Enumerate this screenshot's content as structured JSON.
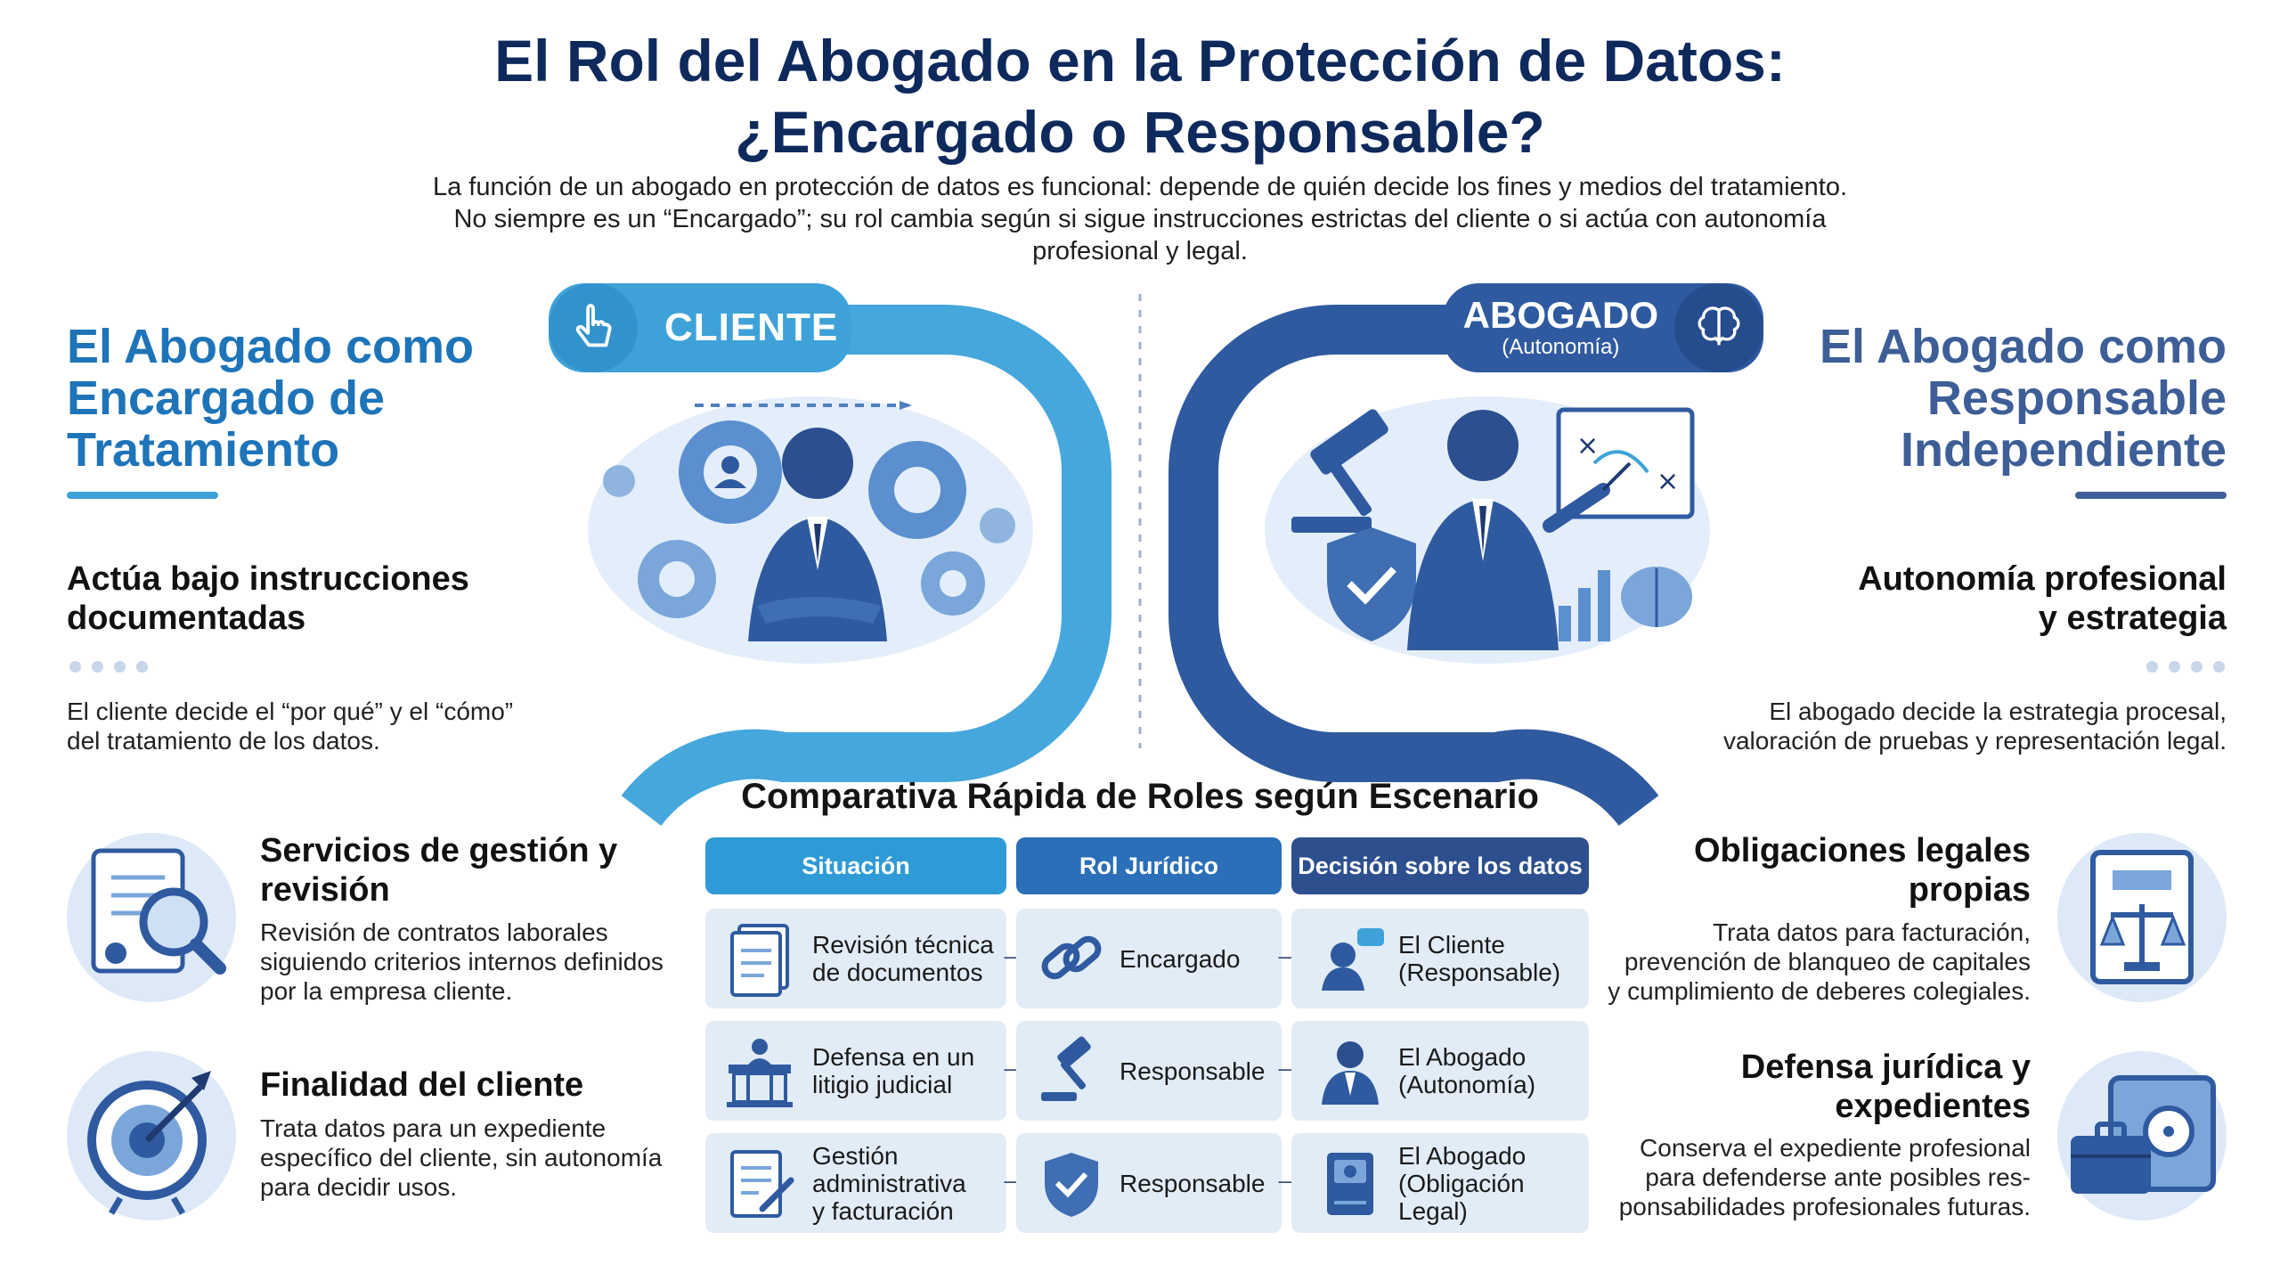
{
  "header": {
    "title_line1": "El Rol del Abogado en la Protección de Datos:",
    "title_line2": "¿Encargado o Responsable?",
    "subtitle_line1": "La función de un abogado en protección de datos es funcional: depende de quién decide los fines y medios del tratamiento.",
    "subtitle_line2": "No siempre es un “Encargado”; su rol cambia según si sigue instrucciones estrictas del cliente o si actúa con autonomía",
    "subtitle_line3": "profesional y legal."
  },
  "left": {
    "heading_line1": "El Abogado como",
    "heading_line2": "Encargado de",
    "heading_line3": "Tratamiento",
    "section1_title_line1": "Actúa bajo instrucciones",
    "section1_title_line2": "documentadas",
    "section1_text_line1": "El cliente decide el “por qué” y el “cómo”",
    "section1_text_line2": "del tratamiento de los datos.",
    "section2_title_line1": "Servicios de gestión y",
    "section2_title_line2": "revisión",
    "section2_text_line1": "Revisión de contratos laborales",
    "section2_text_line2": "siguiendo criterios internos definidos",
    "section2_text_line3": "por la empresa cliente.",
    "section3_title": "Finalidad del cliente",
    "section3_text_line1": "Trata datos para un expediente",
    "section3_text_line2": "específico del cliente, sin autonomía",
    "section3_text_line3": "para decidir usos."
  },
  "right": {
    "heading_line1": "El Abogado como",
    "heading_line2": "Responsable",
    "heading_line3": "Independiente",
    "section1_title_line1": "Autonomía profesional",
    "section1_title_line2": "y estrategia",
    "section1_text_line1": "El abogado decide la estrategia procesal,",
    "section1_text_line2": "valoración de pruebas y representación legal.",
    "section2_title_line1": "Obligaciones legales",
    "section2_title_line2": "propias",
    "section2_text_line1": "Trata datos para facturación,",
    "section2_text_line2": "prevención de blanqueo de capitales",
    "section2_text_line3": "y cumplimiento de deberes colegiales.",
    "section3_title_line1": "Defensa jurídica y",
    "section3_title_line2": "expedientes",
    "section3_text_line1": "Conserva el expediente profesional",
    "section3_text_line2": "para defenderse ante posibles res-",
    "section3_text_line3": "ponsabilidades profesionales futuras."
  },
  "center": {
    "cliente_label": "CLIENTE",
    "abogado_label": "ABOGADO",
    "abogado_sub": "(Autonomía)"
  },
  "table": {
    "title": "Comparativa Rápida de Roles según Escenario",
    "headers": [
      "Situación",
      "Rol Jurídico",
      "Decisión sobre los datos"
    ],
    "rows": [
      {
        "situacion_l1": "Revisión técnica",
        "situacion_l2": "de documentos",
        "situacion_l3": "",
        "rol": "Encargado",
        "decision_l1": "El Cliente",
        "decision_l2": "(Responsable)"
      },
      {
        "situacion_l1": "Defensa en un",
        "situacion_l2": "litigio judicial",
        "situacion_l3": "",
        "rol": "Responsable",
        "decision_l1": "El Abogado",
        "decision_l2": "(Autonomía)"
      },
      {
        "situacion_l1": "Gestión",
        "situacion_l2": "administrativa",
        "situacion_l3": "y facturación",
        "rol": "Responsable",
        "decision_l1": "El Abogado",
        "decision_l2": "(Obligación Legal)"
      }
    ]
  },
  "colors": {
    "title": "#0e2a5c",
    "left_accent": "#1e74b8",
    "right_accent": "#3d5e96",
    "cliente_pill": "#3ea2d8",
    "abogado_pill": "#2f5aa0",
    "header_col1": "#2f9bd6",
    "header_col2": "#2a6fb8",
    "header_col3": "#2d4f8e",
    "cell_bg": "#e1ecf7"
  }
}
